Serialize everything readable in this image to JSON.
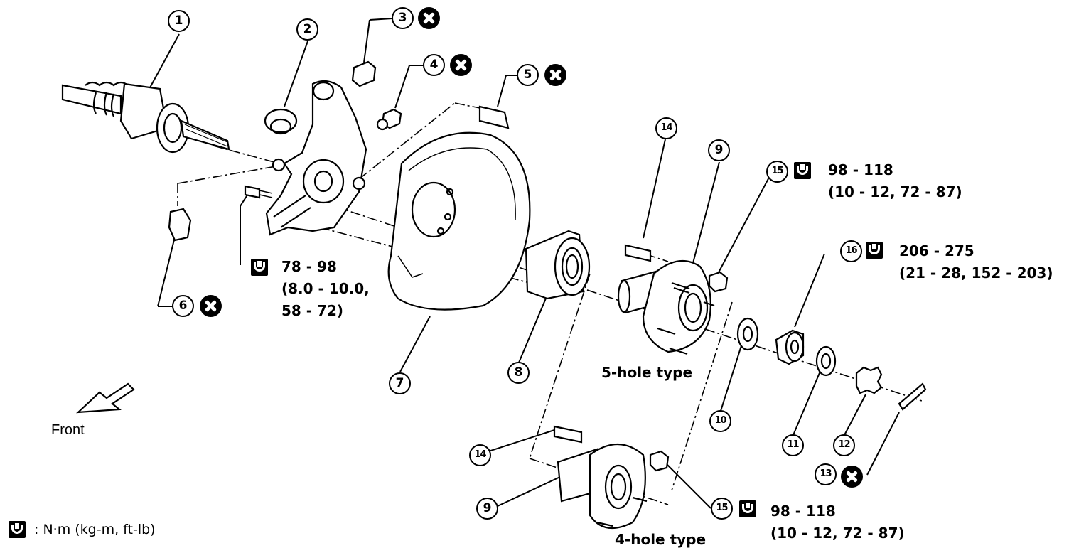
{
  "callouts": {
    "c1": "1",
    "c2": "2",
    "c3": "3",
    "c4": "4",
    "c5": "5",
    "c6": "6",
    "c7": "7",
    "c8": "8",
    "c9a": "9",
    "c9b": "9",
    "c10": "10",
    "c11": "11",
    "c12": "12",
    "c13": "13",
    "c14a": "14",
    "c14b": "14",
    "c15a": "15",
    "c15b": "15",
    "c16": "16"
  },
  "torque_specs": {
    "knuckle_bolt": {
      "nm": "78 - 98",
      "line2": "(8.0 - 10.0,",
      "line3": "58 - 72)"
    },
    "nut_5hole": {
      "nm": "98 - 118",
      "line2": "(10 - 12, 72 - 87)"
    },
    "hub_nut": {
      "nm": "206 - 275",
      "line2": "(21 - 28, 152 - 203)"
    },
    "nut_4hole": {
      "nm": "98 - 118",
      "line2": "(10 - 12, 72 - 87)"
    }
  },
  "labels": {
    "five_hole": "5-hole type",
    "four_hole": "4-hole type",
    "front": "Front"
  },
  "legend": {
    "text": ": N·m (kg-m, ft-lb)"
  },
  "colors": {
    "ink": "#000000",
    "paper": "#ffffff"
  }
}
